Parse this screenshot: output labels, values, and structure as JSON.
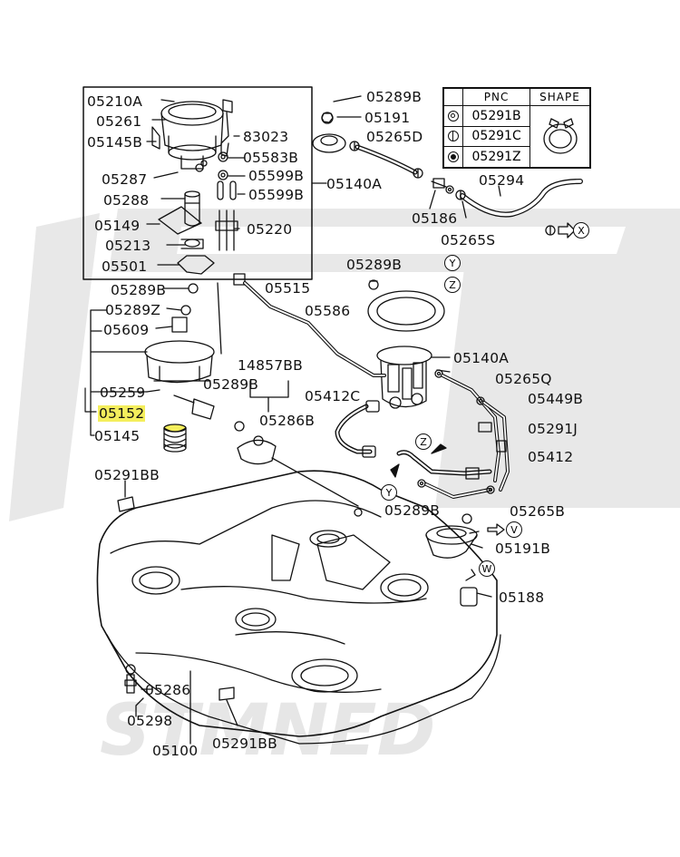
{
  "watermark": "STMNED",
  "legend": {
    "headers": [
      "",
      "PNC",
      "SHAPE"
    ],
    "rows": [
      {
        "symbol": "circle-dot-icon",
        "pnc": "05291B"
      },
      {
        "symbol": "circle-line-icon",
        "pnc": "05291C"
      },
      {
        "symbol": "circle-filled-icon",
        "pnc": "05291Z"
      }
    ]
  },
  "highlight_color": "#f4ee5c",
  "labels": [
    "05210A",
    "05261",
    "05145B",
    "83023",
    "05583B",
    "05599B",
    "05599B",
    "05140A",
    "05287",
    "05288",
    "05149",
    "05220",
    "05213",
    "05501",
    "05289B",
    "05191",
    "05265D",
    "05186",
    "05294",
    "05265S",
    "05289B",
    "05515",
    "05586",
    "05289B",
    "05289Z",
    "05609",
    "05140A",
    "14857BB",
    "05265Q",
    "05412C",
    "05449B",
    "05259",
    "05289B",
    "05286B",
    "05152",
    "05291J",
    "05145",
    "05412",
    "05291BB",
    "05289B",
    "05265B",
    "05191B",
    "05188",
    "05286",
    "05298",
    "05100",
    "05291BB"
  ],
  "callouts": {
    "y": "Y",
    "z": "Z",
    "x": "X",
    "v": "V",
    "w": "W"
  }
}
